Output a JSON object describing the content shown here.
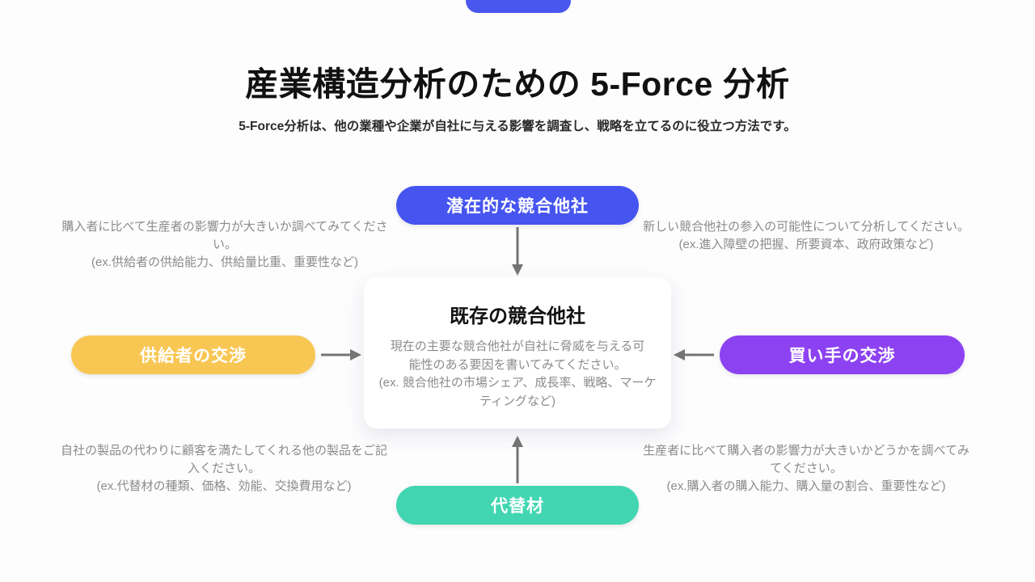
{
  "header": {
    "title": "産業構造分析のための 5-Force 分析",
    "subtitle": "5-Force分析は、他の業種や企業が自社に与える影響を調査し、戦略を立てるのに役立つ方法です。"
  },
  "center_card": {
    "title": "既存の競合他社",
    "description": "現在の主要な競合他社が自社に脅威を与える可能性のある要因を書いてみてください。",
    "example": "(ex. 競合他社の市場シェア、成長率、戦略、マーケティングなど)"
  },
  "forces": [
    {
      "id": "potential-entrants",
      "label": "潜在的な競合他社",
      "color": "#4655f0",
      "note": "新しい競合他社の参入の可能性について分析してください。",
      "example": "(ex.進入障壁の把握、所要資本、政府政策など)"
    },
    {
      "id": "suppliers",
      "label": "供給者の交渉",
      "color": "#f8c653",
      "note": "購入者に比べて生産者の影響力が大きいか調べてみてください。",
      "example": "(ex.供給者の供給能力、供給量比重、重要性など)"
    },
    {
      "id": "buyers",
      "label": "買い手の交渉",
      "color": "#8d42f2",
      "note": "生産者に比べて購入者の影響力が大きいかどうかを調べてみてください。",
      "example": "(ex.購入者の購入能力、購入量の割合、重要性など)"
    },
    {
      "id": "substitutes",
      "label": "代替材",
      "color": "#41d6b1",
      "note": "自社の製品の代わりに顧客を満たしてくれる他の製品をご記入ください。",
      "example": "(ex.代替材の種類、価格、効能、交換費用など)"
    }
  ],
  "colors": {
    "accent_tab": "#4a57ee",
    "arrow": "#757575",
    "note_text": "#8b8b8b"
  }
}
